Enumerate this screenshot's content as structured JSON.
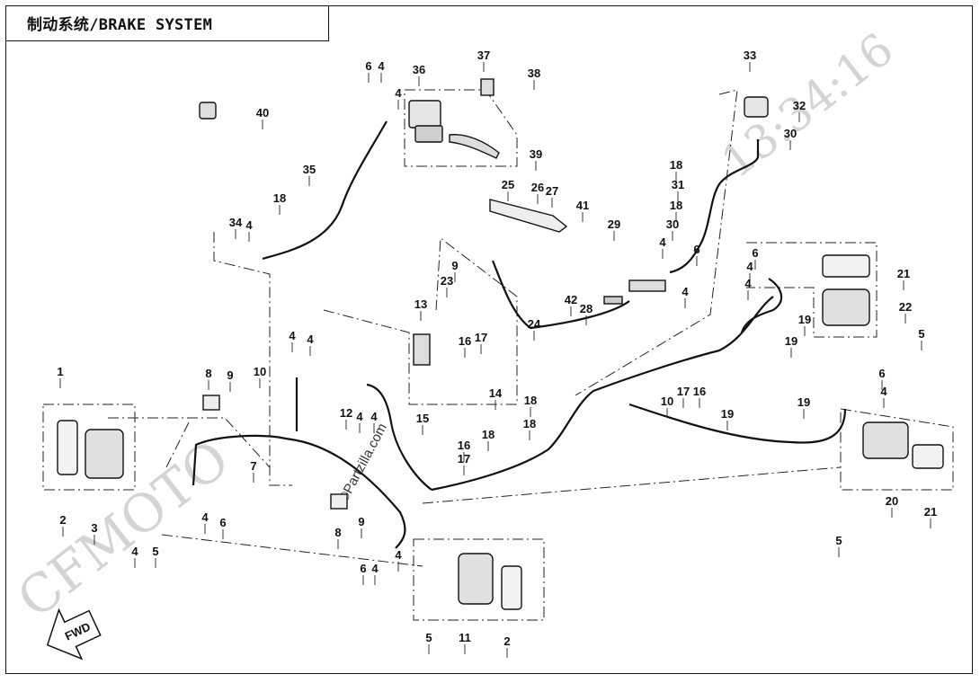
{
  "title": "制动系统/BRAKE SYSTEM",
  "watermarks": {
    "brand": "CFMOTO",
    "timestamp": "13:34:16",
    "partzilla": "©Partzilla.com"
  },
  "fwd_label": "FWD",
  "callouts": [
    {
      "id": "c6a",
      "text": "6"
    },
    {
      "id": "c4a",
      "text": "4"
    },
    {
      "id": "c36",
      "text": "36"
    },
    {
      "id": "c4b",
      "text": "4"
    },
    {
      "id": "c37",
      "text": "37"
    },
    {
      "id": "c38",
      "text": "38"
    },
    {
      "id": "c40",
      "text": "40"
    },
    {
      "id": "c39",
      "text": "39"
    },
    {
      "id": "c35",
      "text": "35"
    },
    {
      "id": "c33",
      "text": "33"
    },
    {
      "id": "c32",
      "text": "32"
    },
    {
      "id": "c30a",
      "text": "30"
    },
    {
      "id": "c18a",
      "text": "18"
    },
    {
      "id": "c31",
      "text": "31"
    },
    {
      "id": "c18b",
      "text": "18"
    },
    {
      "id": "c18c",
      "text": "18"
    },
    {
      "id": "c25",
      "text": "25"
    },
    {
      "id": "c26",
      "text": "26"
    },
    {
      "id": "c27",
      "text": "27"
    },
    {
      "id": "c41",
      "text": "41"
    },
    {
      "id": "c34",
      "text": "34"
    },
    {
      "id": "c4c",
      "text": "4"
    },
    {
      "id": "c29",
      "text": "29"
    },
    {
      "id": "c30b",
      "text": "30"
    },
    {
      "id": "c4d",
      "text": "4"
    },
    {
      "id": "c6b",
      "text": "6"
    },
    {
      "id": "c4e",
      "text": "4"
    },
    {
      "id": "c9a",
      "text": "9"
    },
    {
      "id": "c23",
      "text": "23"
    },
    {
      "id": "c42",
      "text": "42"
    },
    {
      "id": "c28",
      "text": "28"
    },
    {
      "id": "c13",
      "text": "13"
    },
    {
      "id": "c16a",
      "text": "16"
    },
    {
      "id": "c17a",
      "text": "17"
    },
    {
      "id": "c24",
      "text": "24"
    },
    {
      "id": "c6c",
      "text": "6"
    },
    {
      "id": "c4f",
      "text": "4"
    },
    {
      "id": "c4g",
      "text": "4"
    },
    {
      "id": "c21a",
      "text": "21"
    },
    {
      "id": "c22",
      "text": "22"
    },
    {
      "id": "c19a",
      "text": "19"
    },
    {
      "id": "c19b",
      "text": "19"
    },
    {
      "id": "c5a",
      "text": "5"
    },
    {
      "id": "c4h",
      "text": "4"
    },
    {
      "id": "c4i",
      "text": "4"
    },
    {
      "id": "c8a",
      "text": "8"
    },
    {
      "id": "c9b",
      "text": "9"
    },
    {
      "id": "c10a",
      "text": "10"
    },
    {
      "id": "c12",
      "text": "12"
    },
    {
      "id": "c4j",
      "text": "4"
    },
    {
      "id": "c4k",
      "text": "4"
    },
    {
      "id": "c15",
      "text": "15"
    },
    {
      "id": "c14",
      "text": "14"
    },
    {
      "id": "c18d",
      "text": "18"
    },
    {
      "id": "c10b",
      "text": "10"
    },
    {
      "id": "c17b",
      "text": "17"
    },
    {
      "id": "c16b",
      "text": "16"
    },
    {
      "id": "c19c",
      "text": "19"
    },
    {
      "id": "c18e",
      "text": "18"
    },
    {
      "id": "c18f",
      "text": "18"
    },
    {
      "id": "c16c",
      "text": "16"
    },
    {
      "id": "c17c",
      "text": "17"
    },
    {
      "id": "c19d",
      "text": "19"
    },
    {
      "id": "c6d",
      "text": "6"
    },
    {
      "id": "c4l",
      "text": "4"
    },
    {
      "id": "c1",
      "text": "1"
    },
    {
      "id": "c2a",
      "text": "2"
    },
    {
      "id": "c3",
      "text": "3"
    },
    {
      "id": "c7",
      "text": "7"
    },
    {
      "id": "c4m",
      "text": "4"
    },
    {
      "id": "c5b",
      "text": "5"
    },
    {
      "id": "c4n",
      "text": "4"
    },
    {
      "id": "c6e",
      "text": "6"
    },
    {
      "id": "c8b",
      "text": "8"
    },
    {
      "id": "c9c",
      "text": "9"
    },
    {
      "id": "c6f",
      "text": "6"
    },
    {
      "id": "c4o",
      "text": "4"
    },
    {
      "id": "c4p",
      "text": "4"
    },
    {
      "id": "c5c",
      "text": "5"
    },
    {
      "id": "c11",
      "text": "11"
    },
    {
      "id": "c2b",
      "text": "2"
    },
    {
      "id": "c20",
      "text": "20"
    },
    {
      "id": "c21b",
      "text": "21"
    },
    {
      "id": "c5d",
      "text": "5"
    }
  ]
}
